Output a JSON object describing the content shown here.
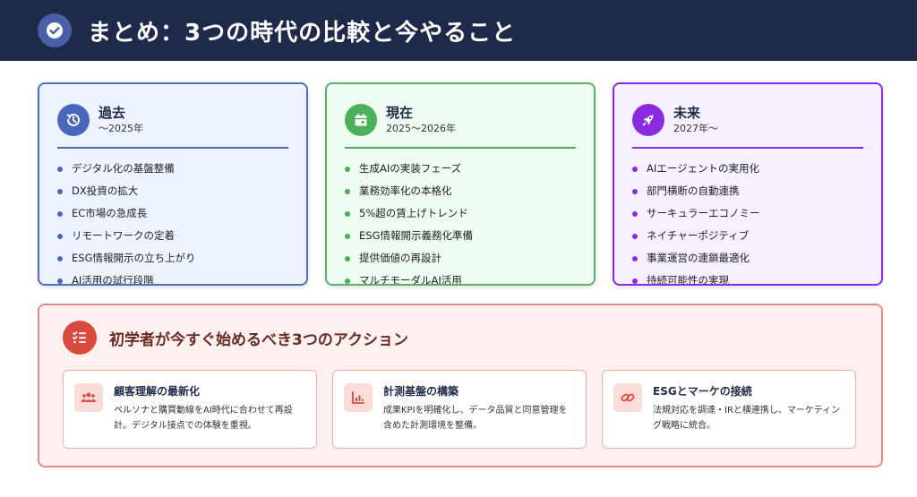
{
  "header": {
    "title": "まとめ：3つの時代の比較と今やること"
  },
  "eras": [
    {
      "title": "過去",
      "period": "〜2025年",
      "colors": {
        "border": "#4f6fbf",
        "bg": "#eef4ff",
        "icon": "#4a66b8",
        "rule": "#4a66b8",
        "dot": "#4a66b8"
      },
      "icon": "history-icon",
      "items": [
        "デジタル化の基盤整備",
        "DX投資の拡大",
        "EC市場の急成長",
        "リモートワークの定着",
        "ESG情報開示の立ち上がり",
        "AI活用の試行段階"
      ]
    },
    {
      "title": "現在",
      "period": "2025〜2026年",
      "colors": {
        "border": "#5cb06a",
        "bg": "#eefcf1",
        "icon": "#4caf5a",
        "rule": "#4caf5a",
        "dot": "#4caf5a"
      },
      "icon": "calendar-icon",
      "items": [
        "生成AIの実装フェーズ",
        "業務効率化の本格化",
        "5%超の賃上げトレンド",
        "ESG情報開示義務化準備",
        "提供価値の再設計",
        "マルチモーダルAI活用"
      ]
    },
    {
      "title": "未来",
      "period": "2027年〜",
      "colors": {
        "border": "#8a2be2",
        "bg": "#f6f0ff",
        "icon": "#8a2be2",
        "rule": "#8a2be2",
        "dot": "#8a2be2"
      },
      "icon": "rocket-icon",
      "items": [
        "AIエージェントの実用化",
        "部門横断の自動連携",
        "サーキュラーエコノミー",
        "ネイチャーポジティブ",
        "事業運営の連鎖最適化",
        "持続可能性の実現"
      ]
    }
  ],
  "actions": {
    "title": "初学者が今すぐ始めるべき3つのアクション",
    "icon": "checklist-icon",
    "cards": [
      {
        "title": "顧客理解の最新化",
        "desc": "ペルソナと購買動線をAI時代に合わせて再設計。デジタル接点での体験を重視。",
        "icon": "users-icon"
      },
      {
        "title": "計測基盤の構築",
        "desc": "成果KPIを明確化し、データ品質と同意管理を含めた計測環境を整備。",
        "icon": "chart-icon"
      },
      {
        "title": "ESGとマーケの接続",
        "desc": "法規対応を調達・IRと横連携し、マーケティング戦略に統合。",
        "icon": "link-icon"
      }
    ]
  }
}
